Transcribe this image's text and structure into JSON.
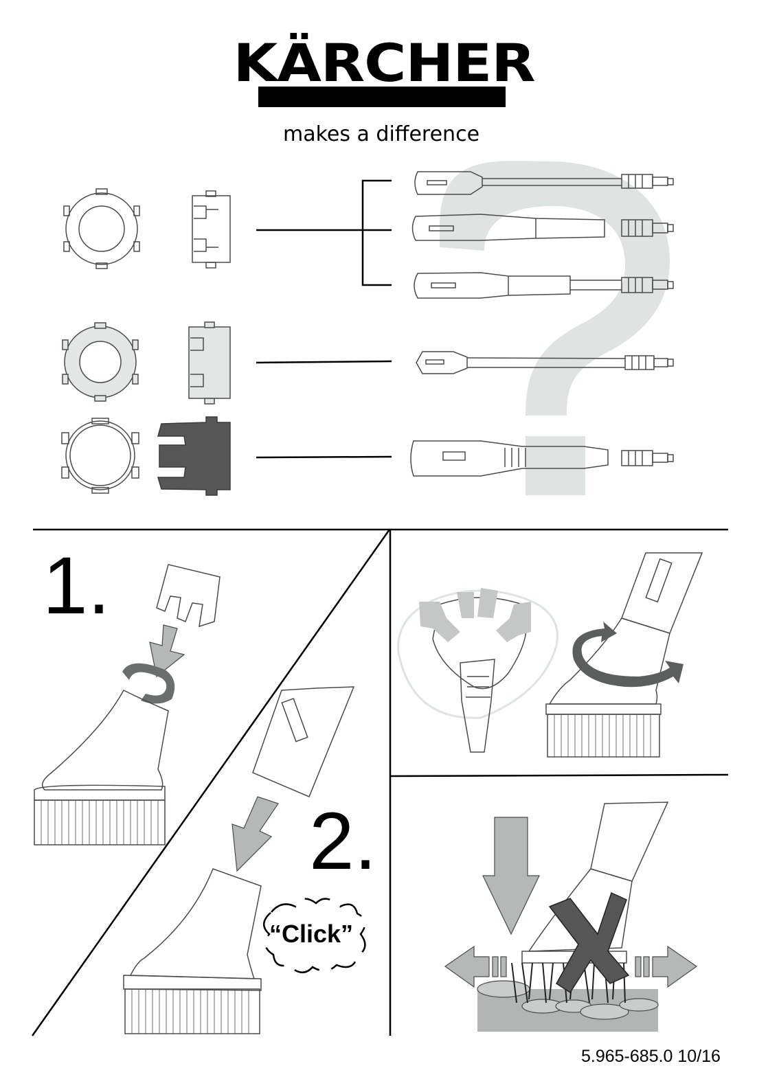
{
  "brand": {
    "name": "KÄRCHER",
    "tagline": "makes a difference"
  },
  "steps": {
    "step1_label": "1.",
    "step2_label": "2."
  },
  "click_text": "“Click”",
  "footer": {
    "document_number": "5.965-685.0 10/16"
  },
  "colors": {
    "ink": "#000000",
    "outline": "#4a4a4a",
    "light_gray": "#e2e6e4",
    "medium_gray": "#b4b8b6",
    "dark_gray": "#565656",
    "question_mark": "#dfe3e1",
    "ground": "#b1b5b3"
  },
  "icons": [
    "question-mark-icon",
    "arrow-down-icon",
    "rotate-arrow-icon",
    "cross-icon",
    "arrow-left-icon",
    "arrow-right-icon"
  ]
}
